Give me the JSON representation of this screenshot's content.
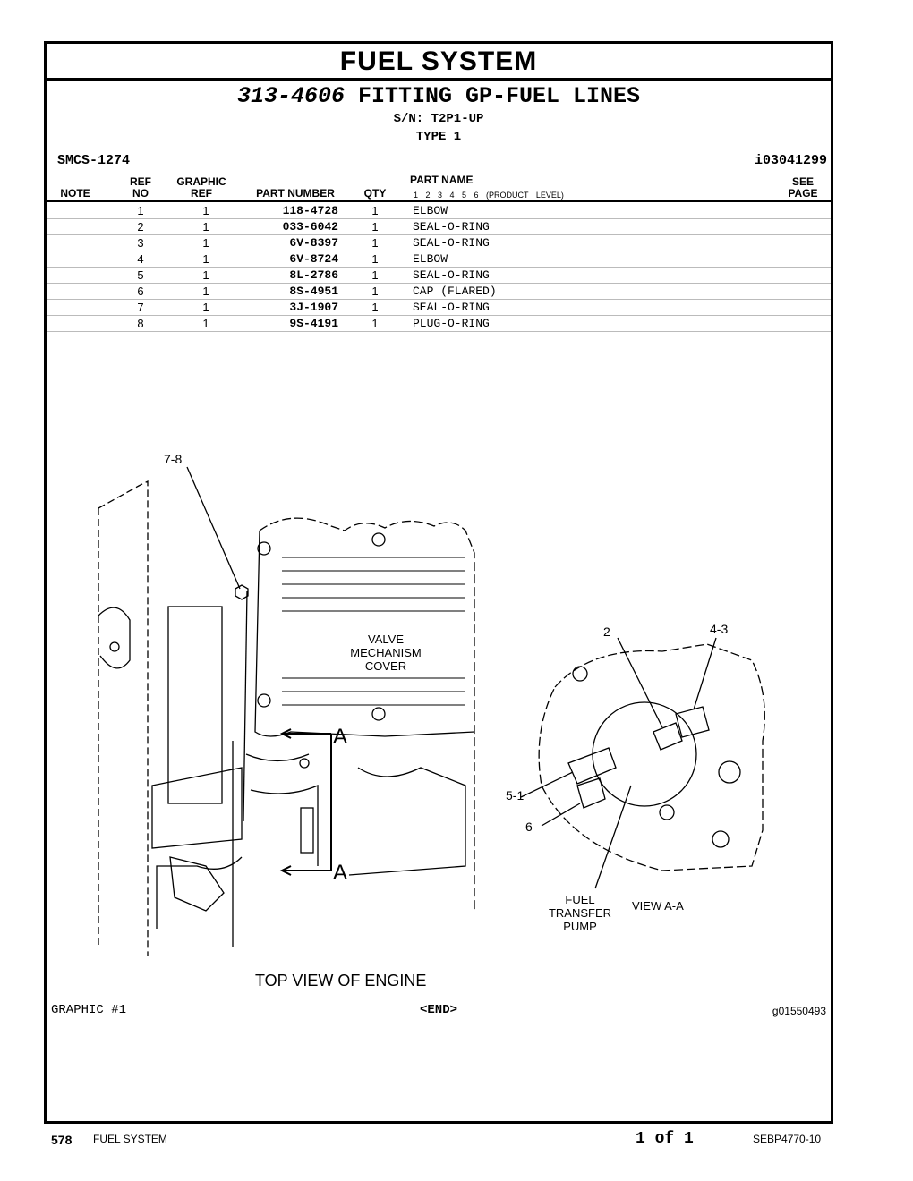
{
  "section_title": "FUEL SYSTEM",
  "group": {
    "part_number": "313-4606",
    "name": "FITTING GP-FUEL LINES",
    "serial": "S/N: T2P1-UP",
    "type": "TYPE 1"
  },
  "smcs": "SMCS-1274",
  "info_id": "i03041299",
  "columns": {
    "note": "NOTE",
    "ref_no": [
      "REF",
      "NO"
    ],
    "graphic_ref": [
      "GRAPHIC",
      "REF"
    ],
    "part_number": "PART NUMBER",
    "qty": "QTY",
    "part_name": "PART NAME",
    "product_level": "1 2 3 4 5 6 (PRODUCT LEVEL)",
    "see_page": [
      "SEE",
      "PAGE"
    ]
  },
  "parts": [
    {
      "ref": "1",
      "graphic": "1",
      "pn": "118-4728",
      "qty": "1",
      "name": "ELBOW"
    },
    {
      "ref": "2",
      "graphic": "1",
      "pn": "033-6042",
      "qty": "1",
      "name": "SEAL-O-RING"
    },
    {
      "ref": "3",
      "graphic": "1",
      "pn": "6V-8397",
      "qty": "1",
      "name": "SEAL-O-RING"
    },
    {
      "ref": "4",
      "graphic": "1",
      "pn": "6V-8724",
      "qty": "1",
      "name": "ELBOW"
    },
    {
      "ref": "5",
      "graphic": "1",
      "pn": "8L-2786",
      "qty": "1",
      "name": "SEAL-O-RING"
    },
    {
      "ref": "6",
      "graphic": "1",
      "pn": "8S-4951",
      "qty": "1",
      "name": "CAP (FLARED)"
    },
    {
      "ref": "7",
      "graphic": "1",
      "pn": "3J-1907",
      "qty": "1",
      "name": "SEAL-O-RING"
    },
    {
      "ref": "8",
      "graphic": "1",
      "pn": "9S-4191",
      "qty": "1",
      "name": "PLUG-O-RING"
    }
  ],
  "illustration": {
    "callout_78": "7-8",
    "callout_2": "2",
    "callout_43": "4-3",
    "callout_51": "5-1",
    "callout_6": "6",
    "valve_cover": [
      "VALVE",
      "MECHANISM",
      "COVER"
    ],
    "section_a": "A",
    "fuel_pump": [
      "FUEL",
      "TRANSFER",
      "PUMP"
    ],
    "view_aa": "VIEW A-A",
    "caption": "TOP VIEW OF ENGINE"
  },
  "graphic_label": "GRAPHIC #1",
  "end_label": "<END>",
  "graphic_id": "g01550493",
  "footer": {
    "page": "578",
    "section": "FUEL SYSTEM",
    "page_of": "1 of 1",
    "doc_id": "SEBP4770-10"
  }
}
